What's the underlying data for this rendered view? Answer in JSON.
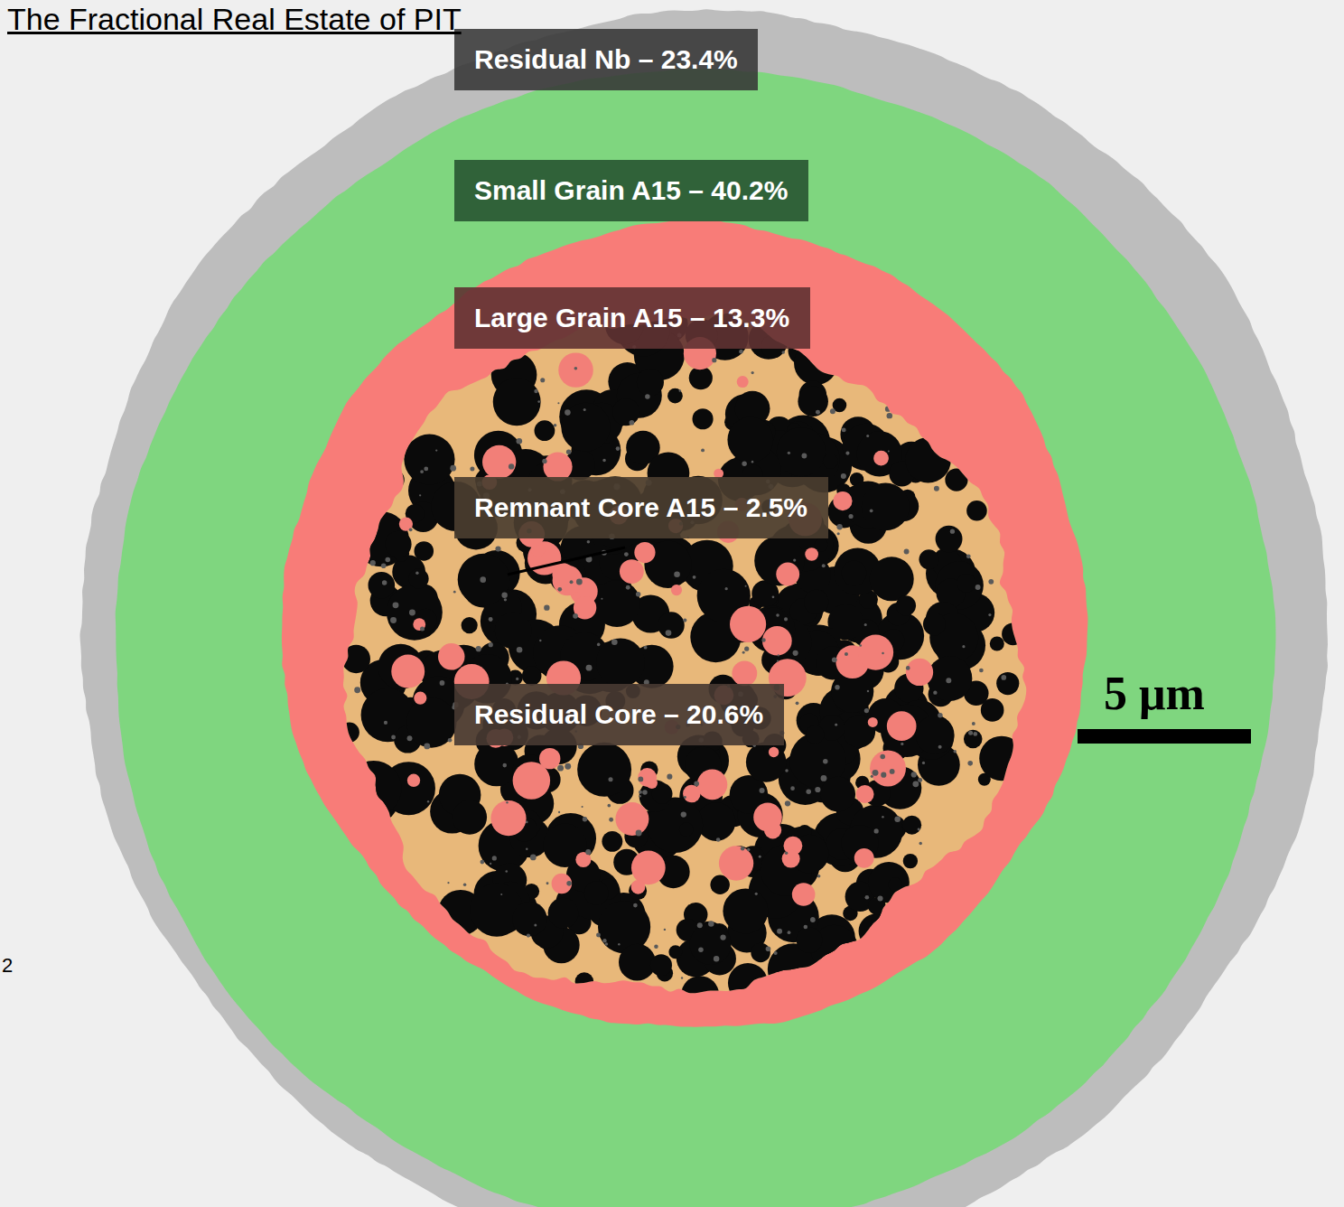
{
  "diagram": {
    "title": "The Fractional Real Estate of PIT",
    "nodes": [
      {
        "text": [
          "Residual Nb – 23.4%"
        ]
      },
      {
        "text": [
          "Small Grain A15 – 40.2%"
        ]
      },
      {
        "text": [
          "Large Grain A15 – 13.3%"
        ]
      },
      {
        "text": [
          "Remnant Core A15 – 2.5%"
        ]
      },
      {
        "text": [
          "Residual Core – 20.6%"
        ]
      }
    ],
    "labels": [
      "5 μm",
      "2"
    ]
  }
}
